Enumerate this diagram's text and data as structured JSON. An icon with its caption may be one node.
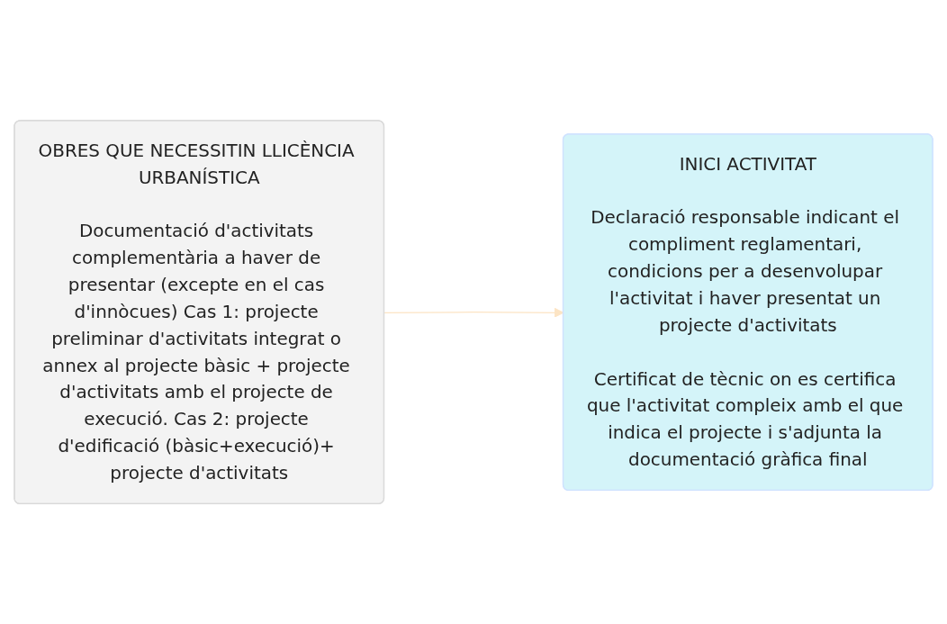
{
  "diagram": {
    "nodes": [
      {
        "text": [
          "OBRES QUE NECESSITIN LLICÈNCIA URBANÍSTICA",
          "Documentació d'activitats complementària a haver de presentar (excepte en el cas d'innòcues) Cas 1: projecte preliminar d'activitats integrat o annex al projecte bàsic + projecte d'activitats amb el projecte de execució. Cas 2: projecte d'edificació (bàsic+execució)+ projecte d'activitats"
        ]
      },
      {
        "text": [
          "INICI ACTIVITAT",
          "Declaració responsable indicant el compliment reglamentari, condicions per a desenvolupar l'activitat i haver presentat un projecte d'activitats",
          "Certificat de tècnic on es certifica que l'activitat compleix amb el que indica el projecte i s'adjunta la documentació gràfica final"
        ]
      }
    ],
    "edges": [
      {
        "from": 0,
        "to": 1,
        "arrow": "to",
        "color": "#fce4c4"
      }
    ]
  }
}
